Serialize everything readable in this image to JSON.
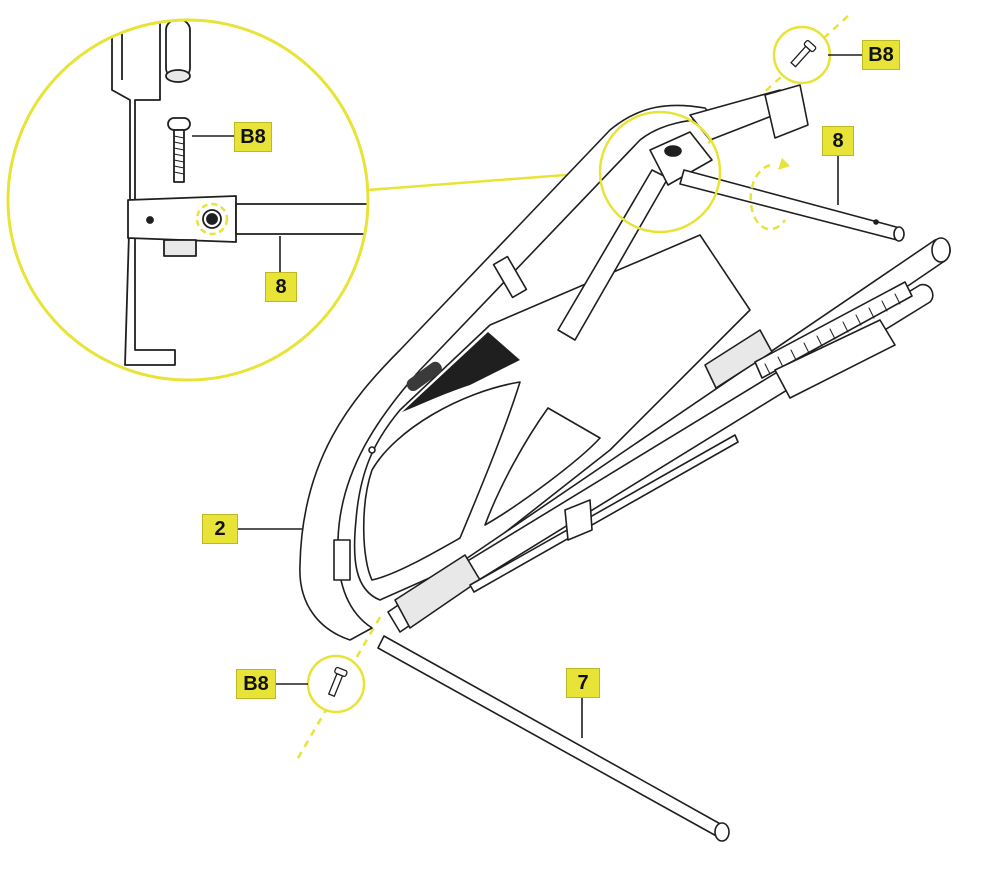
{
  "callouts": {
    "b8_detail_label": "B8",
    "b8_top_label": "B8",
    "b8_bottom_label": "B8",
    "part_8_detail_label": "8",
    "part_8_label": "8",
    "part_2_label": "2",
    "part_7_label": "7"
  },
  "colors": {
    "accent": "#e8e337",
    "line": "#1f1f1f",
    "part_fill": "#ffffff",
    "shade": "#d9d9d9"
  },
  "icons": {
    "rotation": "rotation-arrow-icon",
    "bolt": "bolt-icon"
  }
}
